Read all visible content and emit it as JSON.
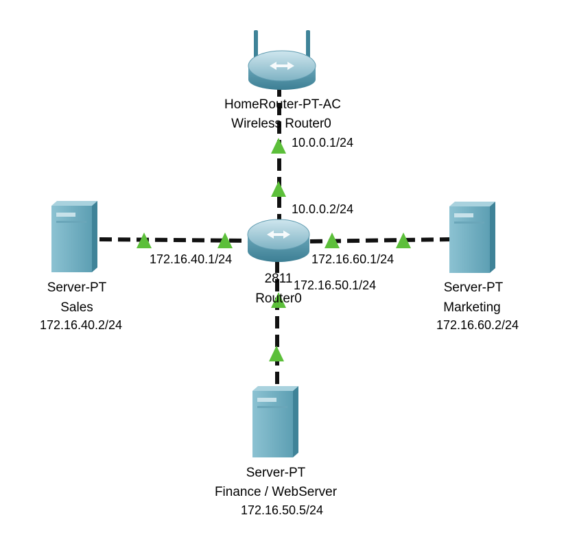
{
  "wireless_router": {
    "model": "HomeRouter-PT-AC",
    "name": "Wireless Router0",
    "ip": "10.0.0.1/24",
    "icon": "wireless-router-icon"
  },
  "core_router": {
    "model": "2811",
    "name": "Router0",
    "ip_uplink": "10.0.0.2/24",
    "ip_sales": "172.16.40.1/24",
    "ip_marketing": "172.16.60.1/24",
    "ip_finance": "172.16.50.1/24",
    "icon": "router-icon"
  },
  "servers": {
    "sales": {
      "model": "Server-PT",
      "name": "Sales",
      "ip": "172.16.40.2/24",
      "icon": "server-icon"
    },
    "marketing": {
      "model": "Server-PT",
      "name": "Marketing",
      "ip": "172.16.60.2/24",
      "icon": "server-icon"
    },
    "finance": {
      "model": "Server-PT",
      "name": "Finance / WebServer",
      "ip": "172.16.50.5/24",
      "icon": "server-icon"
    }
  },
  "link_status": "up",
  "colors": {
    "link": "#111111",
    "link_up_indicator": "#5cbf3a",
    "device_body": "#7fb8c9",
    "device_dark": "#3f8398"
  }
}
